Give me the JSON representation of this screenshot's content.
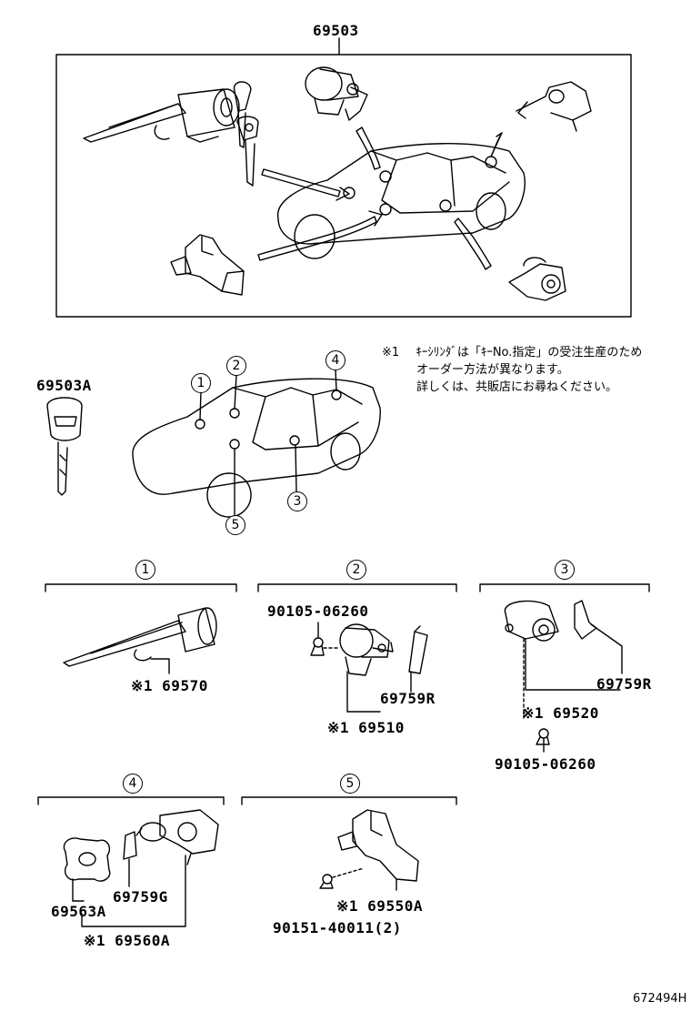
{
  "top_part": "69503",
  "key_part": "69503A",
  "footnote": {
    "mark": "※1",
    "line1": "ｷｰｼﾘﾝﾀﾞは「ｷｰNo.指定」の受注生産のため",
    "line2": "オーダー方法が異なります。",
    "line3": "詳しくは、共販店にお尋ねください。"
  },
  "callouts": [
    "1",
    "2",
    "3",
    "4",
    "5"
  ],
  "groups": {
    "g1": {
      "num": "1",
      "part": "※1 69570"
    },
    "g2": {
      "num": "2",
      "bolt": "90105-06260",
      "lever": "69759R",
      "part": "※1 69510"
    },
    "g3": {
      "num": "3",
      "lever": "69759R",
      "part": "※1 69520",
      "bolt": "90105-06260"
    },
    "g4": {
      "num": "4",
      "lever": "69759G",
      "plate": "69563A",
      "part": "※1 69560A"
    },
    "g5": {
      "num": "5",
      "part": "※1 69550A",
      "bolt": "90151-40011(2)"
    }
  },
  "drawing_code": "672494H",
  "icons": [
    "ignition-cylinder-icon",
    "key-icon",
    "door-lock-cylinder-icon",
    "trunk-lock-icon",
    "glove-box-lock-icon",
    "bolt-icon",
    "car-icon"
  ]
}
